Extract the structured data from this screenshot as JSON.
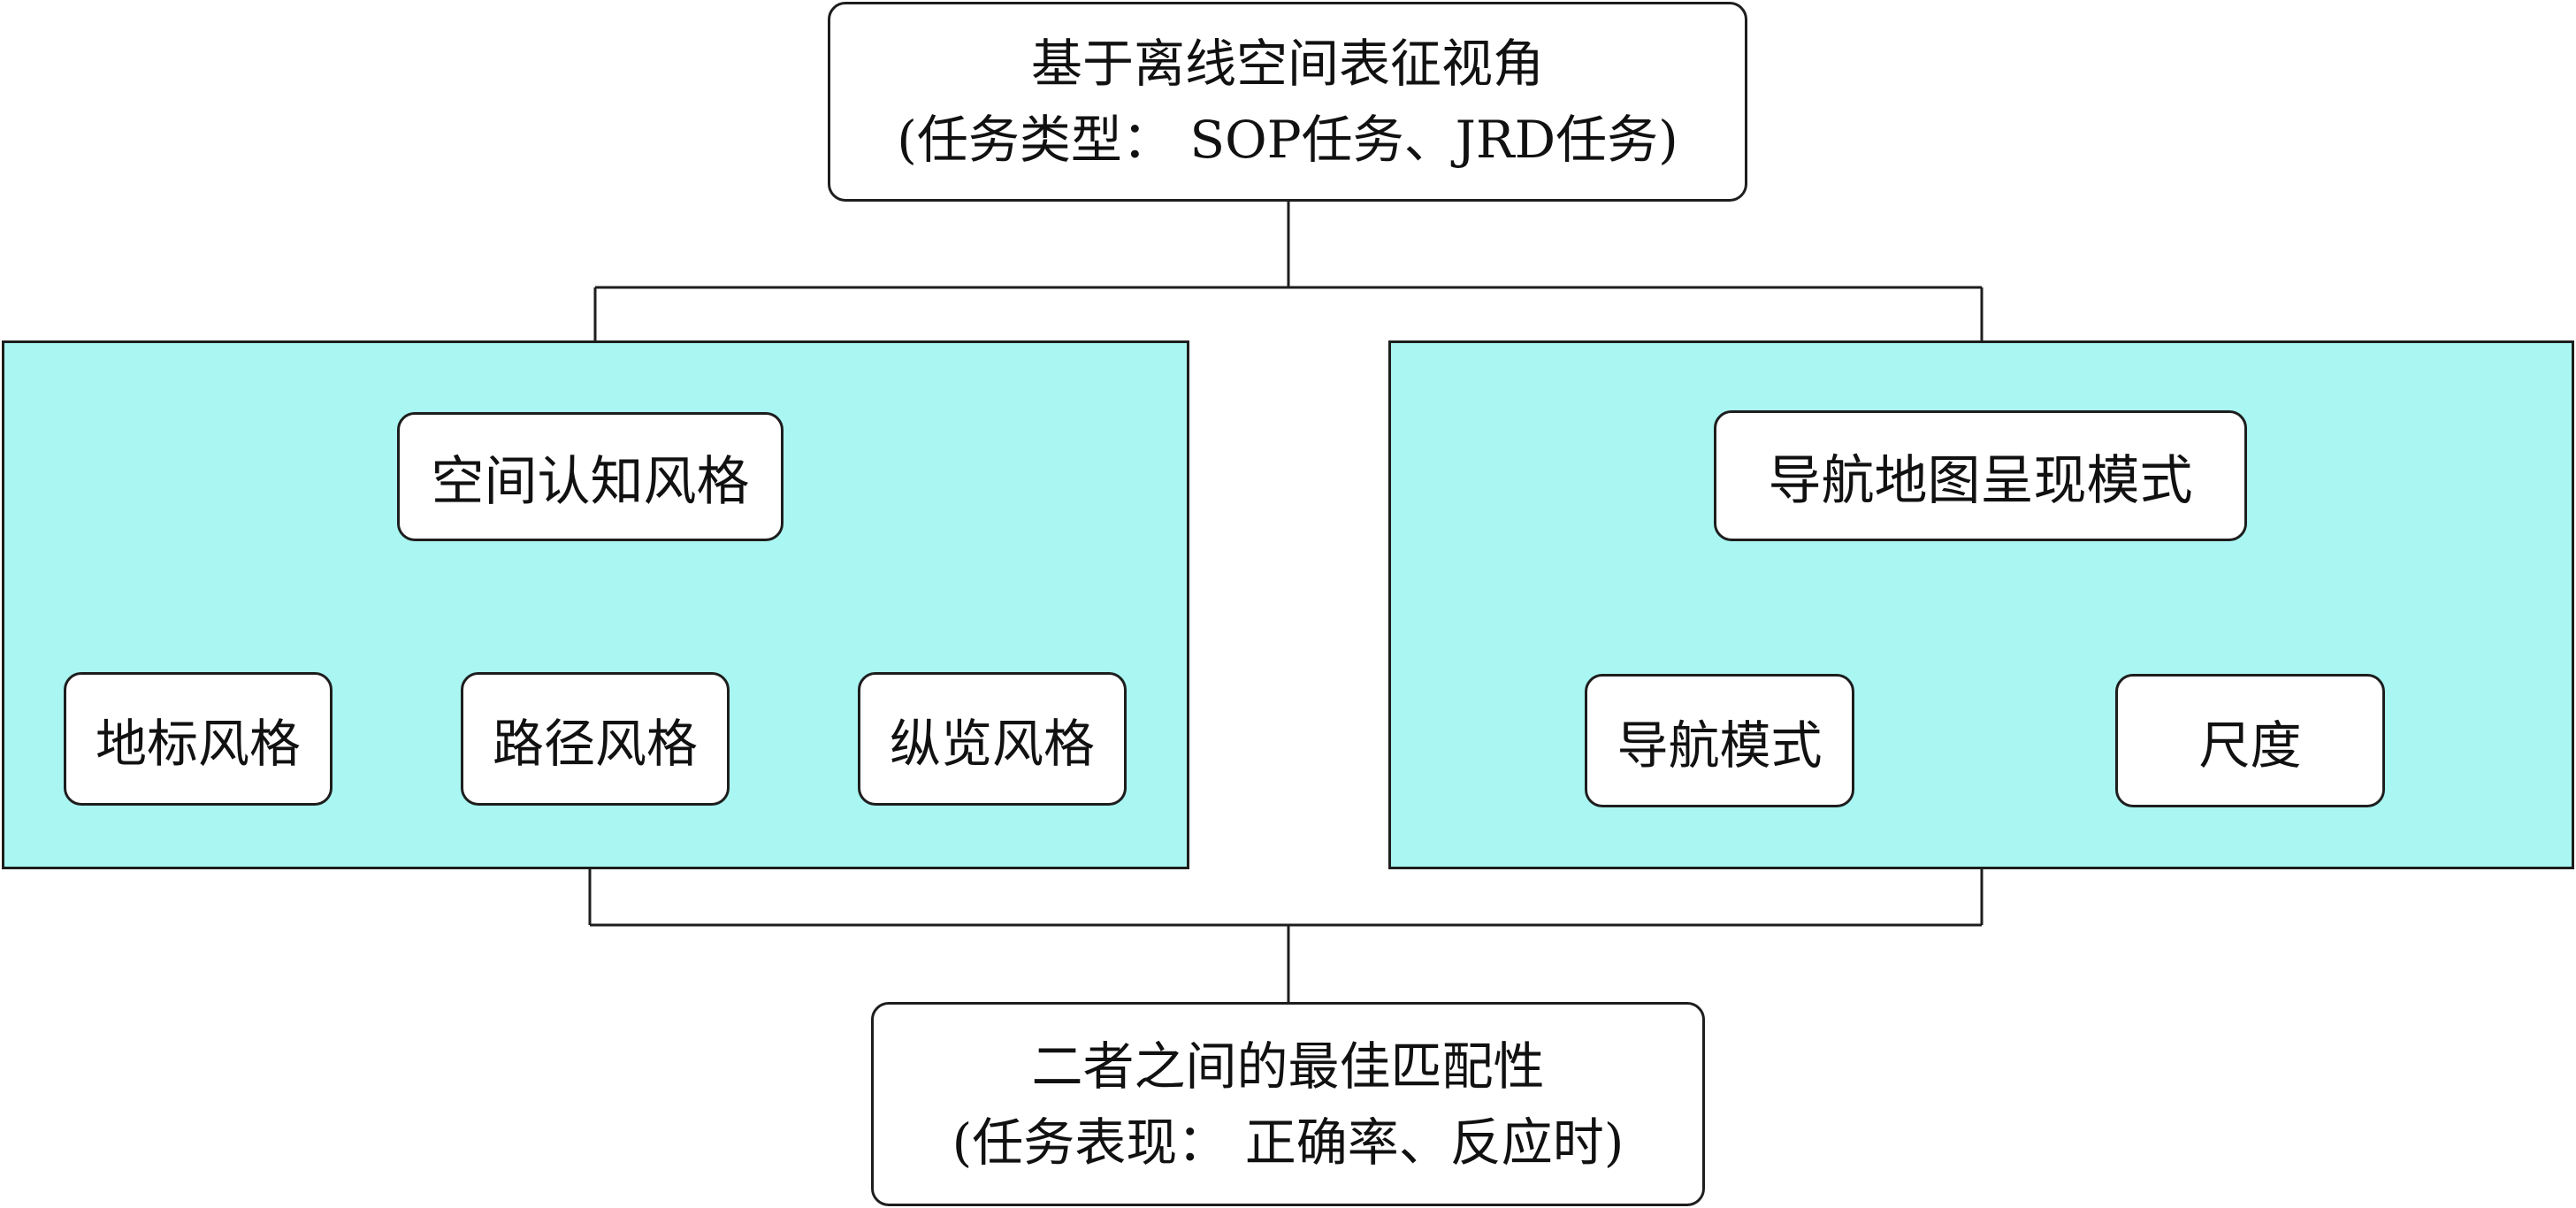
{
  "top_box": {
    "line1": "基于离线空间表征视角",
    "line2": "(任务类型： SOP任务、JRD任务)"
  },
  "left_panel": {
    "title": "空间认知风格",
    "items": [
      "地标风格",
      "路径风格",
      "纵览风格"
    ]
  },
  "right_panel": {
    "title": "导航地图呈现模式",
    "items": [
      "导航模式",
      "尺度"
    ]
  },
  "bottom_box": {
    "line1": "二者之间的最佳匹配性",
    "line2": "(任务表现： 正确率、反应时)"
  },
  "colors": {
    "panel_fill": "#a9f6f2",
    "line": "#1e1e1e",
    "node_fill": "#ffffff"
  }
}
